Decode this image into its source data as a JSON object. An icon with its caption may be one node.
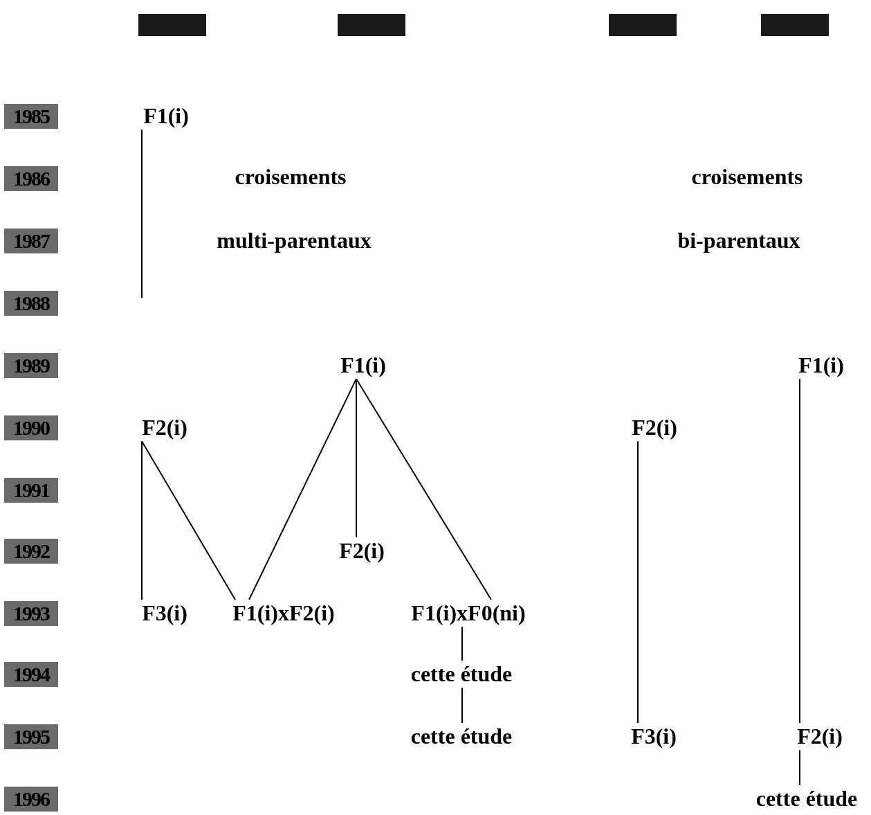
{
  "diagram": {
    "nodes": [
      {
        "text": [
          "F1(i)"
        ]
      },
      {
        "text": [
          "F2(i)"
        ]
      },
      {
        "text": [
          "F3(i)"
        ]
      },
      {
        "text": [
          "F1(i)xF2(i)"
        ]
      },
      {
        "text": [
          "F1(i)"
        ]
      },
      {
        "text": [
          "F2(i)"
        ]
      },
      {
        "text": [
          "F1(i)xF0(ni)"
        ]
      },
      {
        "text": [
          "cette étude"
        ]
      },
      {
        "text": [
          "cette étude"
        ]
      },
      {
        "text": [
          "F2(i)"
        ]
      },
      {
        "text": [
          "F3(i)"
        ]
      },
      {
        "text": [
          "F1(i)"
        ]
      },
      {
        "text": [
          "F2(i)"
        ]
      },
      {
        "text": [
          "cette étude"
        ]
      }
    ],
    "edges": [
      {
        "from": 0,
        "to": null,
        "arrow": "none"
      },
      {
        "from": 1,
        "to": 2,
        "arrow": "none"
      },
      {
        "from": 1,
        "to": 3,
        "arrow": "none"
      },
      {
        "from": 4,
        "to": 3,
        "arrow": "none"
      },
      {
        "from": 4,
        "to": 5,
        "arrow": "none"
      },
      {
        "from": 4,
        "to": 6,
        "arrow": "none"
      },
      {
        "from": 6,
        "to": 7,
        "arrow": "none"
      },
      {
        "from": 7,
        "to": 8,
        "arrow": "none"
      },
      {
        "from": 9,
        "to": 10,
        "arrow": "none"
      },
      {
        "from": 11,
        "to": 12,
        "arrow": "none"
      },
      {
        "from": 12,
        "to": 13,
        "arrow": "none"
      }
    ],
    "labels": [
      "1985",
      "1986",
      "croisements",
      "croisements",
      "1987",
      "multi-parentaux",
      "bi-parentaux",
      "1988",
      "1989",
      "1990",
      "1991",
      "1992",
      "1993",
      "1994",
      "1995",
      "1996"
    ]
  }
}
